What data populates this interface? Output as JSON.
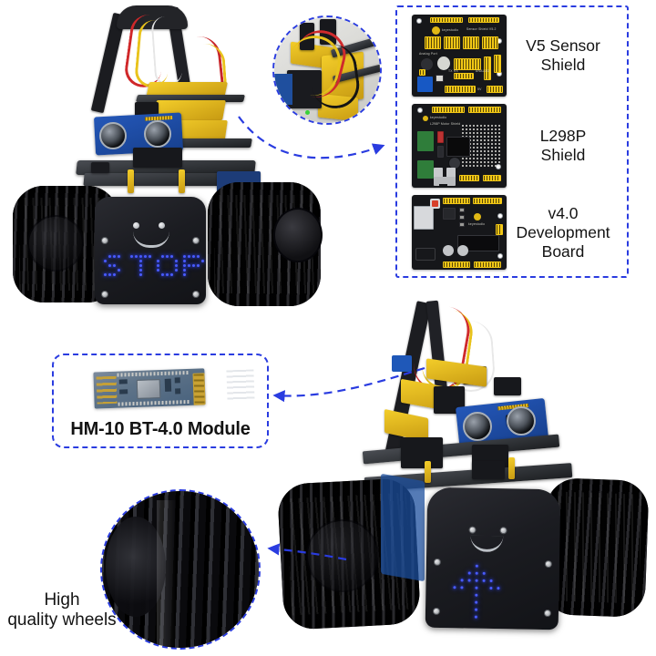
{
  "page": {
    "background_color": "#ffffff",
    "accent_color": "#2a3ce0",
    "text_color": "#131313"
  },
  "boards_panel": {
    "border_color": "#2a3ce0",
    "items": [
      {
        "label": "V5 Sensor\nShield",
        "board_name": "Sensor Shield V5.2",
        "brand": "keyestudio",
        "icon": "sensor-shield-board"
      },
      {
        "label": "L298P\nShield",
        "board_name": "L298P Motor Drive Shield",
        "brand": "keyestudio",
        "icon": "motor-driver-board"
      },
      {
        "label": "v4.0\nDevelopment\nBoard",
        "board_name": "V4.0 Development Board",
        "brand": "keyestudio",
        "icon": "arduino-uno-board"
      }
    ]
  },
  "hm10_callout": {
    "caption": "HM-10 BT-4.0 Module",
    "border_color": "#2a3ce0",
    "icon": "bluetooth-module"
  },
  "wheels_callout": {
    "label": "High\nquality wheels",
    "border_color": "#2a3ce0",
    "icon": "rubber-track-wheel"
  },
  "zoom_callout": {
    "icon": "wiring-closeup-circle",
    "border_color": "#2a3ce0"
  },
  "robots": [
    {
      "name": "tank-robot-front-left",
      "led_display_text": "STOP",
      "led_color": "#4a5cff",
      "face": "smiley"
    },
    {
      "name": "tank-robot-angled-right",
      "led_display_text": "ARROW UP",
      "led_color": "#4a5cff",
      "face": "smiley"
    }
  ],
  "connectors": [
    {
      "from": "zoom-circle",
      "to": "boards-panel",
      "style": "dashed-arrow"
    },
    {
      "from": "tank-robot-angled-right",
      "to": "hm10-callout",
      "style": "dashed-arrow"
    },
    {
      "from": "tank-robot-angled-right",
      "to": "wheels-callout",
      "style": "dashed-arrow"
    }
  ]
}
